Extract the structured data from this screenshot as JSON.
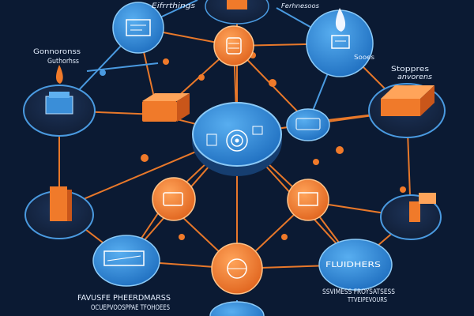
{
  "diagram": {
    "background": "#0b1a33",
    "colors": {
      "blue": "#2f86d6",
      "blue_light": "#5fb0f0",
      "orange": "#f07a2a",
      "orange_light": "#ffa45a",
      "line_orange": "#e8782a",
      "line_blue": "#4a9ae0",
      "dark_node": "#14233d",
      "dot_glow": "#7fd0ff"
    },
    "labels": [
      {
        "text": "Eifrrthings"
      },
      {
        "text": "Gonnoronss"
      },
      {
        "text": "Guthorhss"
      },
      {
        "text": "Sooes"
      },
      {
        "text": "Stoppres"
      },
      {
        "text": "anvorens"
      },
      {
        "text": "Ferhnesoos"
      },
      {
        "text": "FLUIDHERS"
      },
      {
        "text": "FAVUSFE PHEERDMARSS"
      },
      {
        "text": "OCUEPVOOSPPAE TFOHOEES"
      },
      {
        "text": "SSVIMESS FROYSATSESS"
      },
      {
        "text": "TTVEIPEVOURS"
      }
    ]
  }
}
